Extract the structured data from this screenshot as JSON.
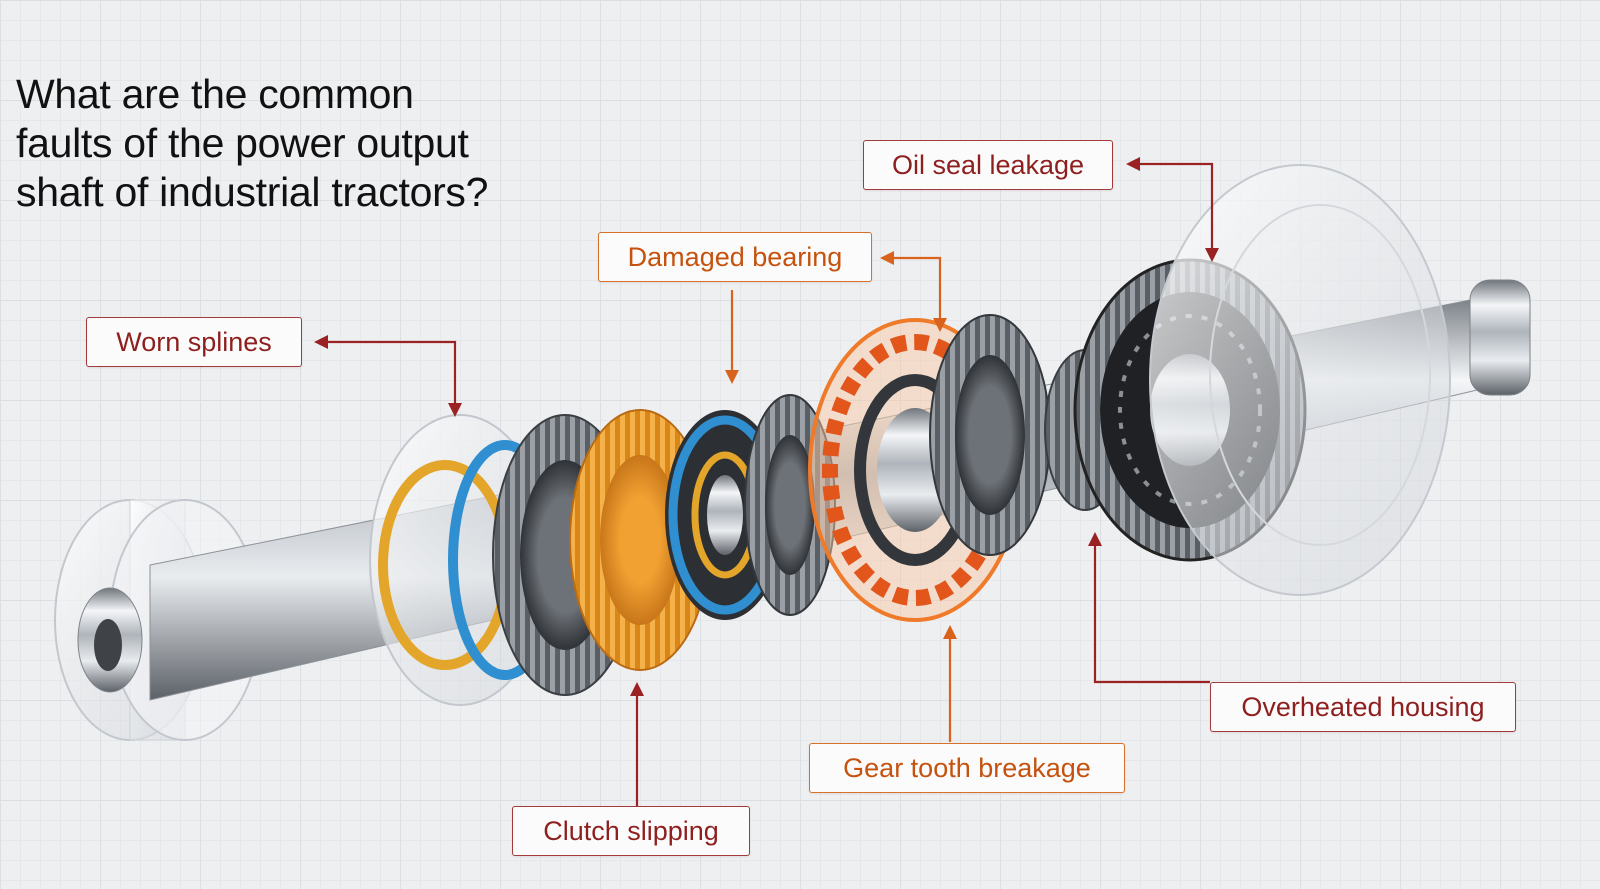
{
  "title": {
    "line1": "What are the common",
    "line2": "faults of the power output",
    "line3": "shaft of industrial tractors?"
  },
  "labels": {
    "oil_seal_leakage": "Oil seal leakage",
    "damaged_bearing": "Damaged bearing",
    "worn_splines": "Worn splines",
    "overheated_housing": "Overheated housing",
    "gear_tooth_breakage": "Gear tooth breakage",
    "clutch_slipping": "Clutch slipping"
  },
  "colors": {
    "dark_red": "#9b2222",
    "orange": "#d9621d",
    "blue_seal": "#2f8fd0",
    "gold": "#e6a32a",
    "steel": "#b9bfc6"
  }
}
